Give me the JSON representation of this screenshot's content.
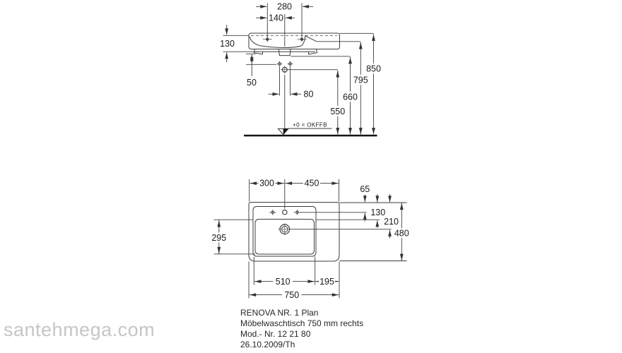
{
  "watermark": "santehmega.com",
  "title_block": {
    "product_name": "RENOVA NR. 1 Plan",
    "description": "Möbelwaschtisch 750 mm rechts",
    "model_number": "Mod.- Nr. 12 21 80",
    "date": "26.10.2009/Th"
  },
  "front_view": {
    "floor_level_label": "+0 = OKFFB",
    "dims": {
      "tap_hole_spacing": "280",
      "tap_hole_half_spacing": "140",
      "rim_to_bracket": "130",
      "bracket_to_fixing": "50",
      "fixing_hole_spacing": "80",
      "drain_height": "550",
      "fixing_height": "660",
      "bracket_height": "795",
      "rim_height": "850"
    }
  },
  "plan_view": {
    "dims": {
      "left_to_tap_center": "300",
      "tap_center_to_right": "450",
      "rear_to_tap_holes": "65",
      "rear_to_bowl_edge": "130",
      "rear_to_drain": "210",
      "total_depth": "480",
      "bowl_depth": "295",
      "bowl_width": "510",
      "shelf_width": "195",
      "total_width": "750"
    }
  },
  "colors": {
    "line": "#3d3d3d",
    "text": "#1a1a1a",
    "floor": "#141414",
    "watermark": "#c6c6c6"
  }
}
